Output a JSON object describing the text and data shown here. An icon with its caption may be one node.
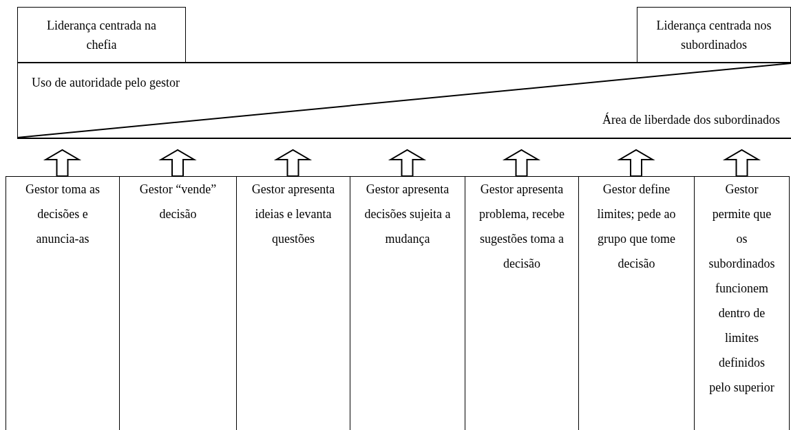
{
  "diagram": {
    "nodes": [
      {
        "text": [
          "Liderança centrada na chefia"
        ]
      },
      {
        "text": [
          "Liderança centrada nos subordinados"
        ]
      },
      {
        "text": [
          "Uso de autoridade pelo gestor",
          "Área de liberdade dos subordinados"
        ]
      },
      {
        "text": [
          "Gestor toma as decisões e anuncia-as"
        ]
      },
      {
        "text": [
          "Gestor “vende” decisão"
        ]
      },
      {
        "text": [
          "Gestor apresenta ideias e levanta questões"
        ]
      },
      {
        "text": [
          "Gestor apresenta decisões sujeita a mudança"
        ]
      },
      {
        "text": [
          "Gestor apresenta problema, recebe sugestões toma a decisão"
        ]
      },
      {
        "text": [
          "Gestor define limites; pede ao grupo que tome decisão"
        ]
      },
      {
        "text": [
          "Gestor permite que os subordinados funcionem dentro de limites definidos pelo superior"
        ]
      }
    ],
    "edges": [
      {
        "from": 3,
        "to": 2,
        "arrow": "to"
      },
      {
        "from": 4,
        "to": 2,
        "arrow": "to"
      },
      {
        "from": 5,
        "to": 2,
        "arrow": "to"
      },
      {
        "from": 6,
        "to": 2,
        "arrow": "to"
      },
      {
        "from": 7,
        "to": 2,
        "arrow": "to"
      },
      {
        "from": 8,
        "to": 2,
        "arrow": "to"
      },
      {
        "from": 9,
        "to": 2,
        "arrow": "to"
      }
    ]
  }
}
